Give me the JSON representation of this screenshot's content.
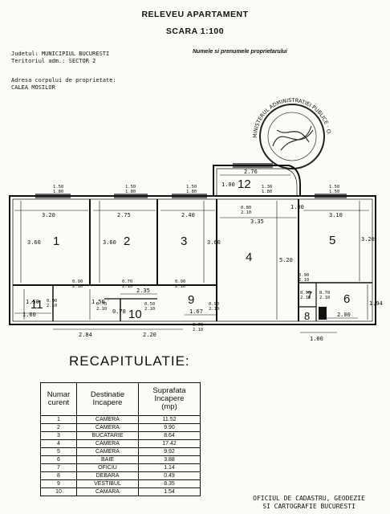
{
  "header": {
    "title": "RELEVEU APARTAMENT",
    "scale": "SCARA 1:100",
    "owner_label": "Numele si prenumele proprietarului",
    "county": "Judetul: MUNICIPIUL BUCURESTI",
    "territory": "Teritoriul adm.: SECTOR 2",
    "address_label": "Adresa corpului de proprietate:",
    "address_value": "CALEA MOSILOR"
  },
  "plan": {
    "rooms": [
      "1",
      "2",
      "3",
      "4",
      "5",
      "6",
      "7",
      "8",
      "9",
      "10",
      "11",
      "12"
    ],
    "dims": [
      "3.20",
      "2.75",
      "2.40",
      "3.35",
      "3.10",
      "3.60",
      "3.60",
      "3.60",
      "5.20",
      "3.20",
      "2.76",
      "1.94",
      "2.00",
      "1.00",
      "1.50",
      "1.60",
      "1.50",
      "2.84",
      "2.20",
      "0.78",
      "1.67",
      "2.35",
      "1.00",
      "1.00"
    ],
    "openings": [
      "0.90\n2.10",
      "0.70\n2.10",
      "0.90\n2.10",
      "0.90\n2.10",
      "0.90\n2.10",
      "0.70\n2.10",
      "0.50\n2.10",
      "0.70\n2.10",
      "0.90\n2.10",
      "1.50\n1.80",
      "1.50\n1.80",
      "1.50\n1.80",
      "0.80\n2.10",
      "1.50\n1.50",
      "1.30\n1.80",
      "0.90\n2.10",
      "0.70\n2.10"
    ]
  },
  "recap": {
    "title": "RECAPITULATIE:",
    "headers": [
      "Numar\ncurent",
      "Destinatie\nIncapere",
      "Suprafata\nIncapere\n(mp)"
    ],
    "rows": [
      [
        "1",
        "CAMERA",
        "11.52"
      ],
      [
        "2",
        "CAMERA",
        "9.90"
      ],
      [
        "3",
        "BUCATARIE",
        "8.64"
      ],
      [
        "4",
        "CAMERA",
        "17.42"
      ],
      [
        "5",
        "CAMERA",
        "9.92"
      ],
      [
        "6",
        "BAIE",
        "3.88"
      ],
      [
        "7",
        "OFICIU",
        "1.14"
      ],
      [
        "8",
        "DEBARA",
        "0.49"
      ],
      [
        "9",
        "VESTIBUL",
        "8.35"
      ],
      [
        "10",
        "CAMARA",
        "1.54"
      ]
    ]
  },
  "footer": {
    "line1": "OFICIUL DE CADASTRU, GEODEZIE",
    "line2": "SI CARTOGRAFIE BUCURESTI"
  },
  "seal": {
    "text": "MINISTERUL ADMINISTRATIEI PUBLICE · O.C.G.C."
  }
}
